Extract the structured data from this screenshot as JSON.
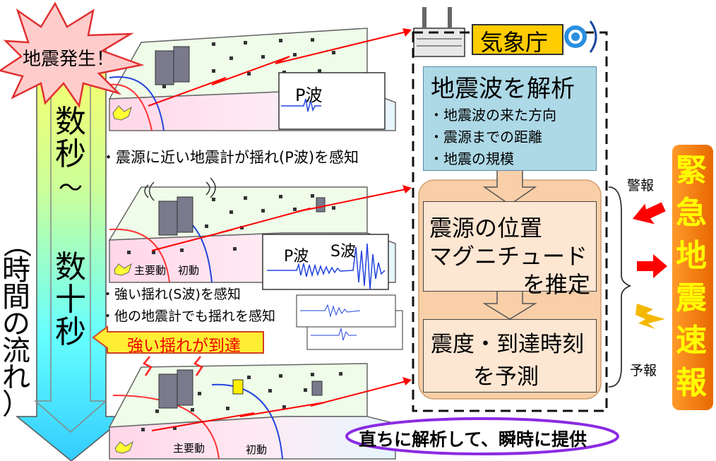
{
  "time_arrow": {
    "top_chars": [
      "数",
      "秒",
      "～"
    ],
    "bottom_chars": [
      "数",
      "十",
      "秒"
    ],
    "flow_label_chars": [
      "（",
      "時",
      "間",
      "の",
      "流",
      "れ",
      "）"
    ]
  },
  "burst": {
    "label": "地震発生！"
  },
  "stage1": {
    "p_wave_label": "P波",
    "caption": "・震源に近い地震計が揺れ(P波)を感知"
  },
  "stage2": {
    "main_motion": "主要動",
    "initial_motion": "初動",
    "p_wave_label": "P波",
    "s_wave_label": "S波",
    "caption_line1": "・強い揺れ(S波)を感知",
    "caption_line2": "・他の地震計でも揺れを感知"
  },
  "strong_arrival": {
    "label": "強い揺れが到達"
  },
  "stage3": {
    "main_motion": "主要動",
    "initial_motion": "初動"
  },
  "jma": {
    "label": "気象庁"
  },
  "analysis": {
    "title": "地震波を解析",
    "items": [
      "・地震波の来た方向",
      "・震源までの距離",
      "・地震の規模"
    ]
  },
  "estimate": {
    "line1": "震源の位置",
    "line2": "マグニチュード",
    "line3": "を推定"
  },
  "predict": {
    "line1": "震度・到達時刻",
    "line2": "を予測"
  },
  "outputs": {
    "warning": "警報",
    "forecast": "予報"
  },
  "eew": {
    "chars": [
      "緊",
      "急",
      "地",
      "震",
      "速",
      "報"
    ]
  },
  "bottom_banner": {
    "label": "直ちに解析して、瞬時に提供"
  },
  "colors": {
    "burst_fill": "#ffcccc",
    "burst_edge": "#e03030",
    "analysis_fill": "#add8e6",
    "estimate_fill": "#f9cfa8",
    "eew_fill": "#f07a10",
    "eew_text": "#ffff00",
    "arrow_red": "#ff0000",
    "arrival_fill": "#ffee33"
  }
}
